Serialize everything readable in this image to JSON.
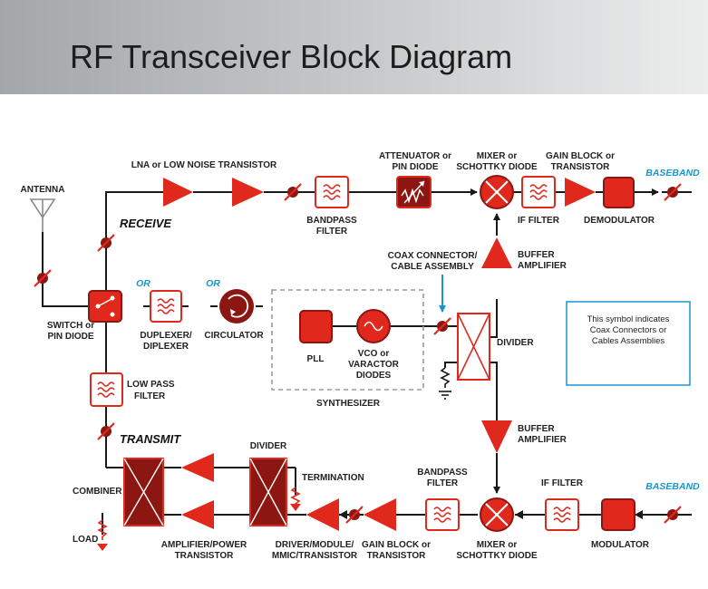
{
  "title": "RF Transceiver Block Diagram",
  "labels": {
    "antenna": "ANTENNA",
    "receive": "RECEIVE",
    "transmit": "TRANSMIT",
    "switch": [
      "SWITCH or",
      "PIN DIODE"
    ],
    "or1": "OR",
    "or2": "OR",
    "duplexer": [
      "DUPLEXER/",
      "DIPLEXER"
    ],
    "circulator": "CIRCULATOR",
    "lna": "LNA or LOW NOISE TRANSISTOR",
    "bandpass_rx": [
      "BANDPASS",
      "FILTER"
    ],
    "attenuator": [
      "ATTENUATOR or",
      "PIN DIODE"
    ],
    "mixer_rx": [
      "MIXER or",
      "SCHOTTKY DIODE"
    ],
    "gain_rx": [
      "GAIN BLOCK or",
      "TRANSISTOR"
    ],
    "if_filter_rx": "IF FILTER",
    "demodulator": "DEMODULATOR",
    "baseband_rx": "BASEBAND",
    "coax": [
      "COAX CONNECTOR/",
      "CABLE ASSEMBLY"
    ],
    "buffer_top": [
      "BUFFER",
      "AMPLIFIER"
    ],
    "pll": "PLL",
    "vco": [
      "VCO or",
      "VARACTOR",
      "DIODES"
    ],
    "synthesizer": "SYNTHESIZER",
    "divider_lo": "DIVIDER",
    "buffer_bottom": [
      "BUFFER",
      "AMPLIFIER"
    ],
    "legend": [
      "This symbol indicates",
      "Coax Connectors or",
      "Cables Assemblies"
    ],
    "low_pass": [
      "LOW PASS",
      "FILTER"
    ],
    "combiner": "COMBINER",
    "load": "LOAD",
    "divider_tx": "DIVIDER",
    "termination": "TERMINATION",
    "amp_power": [
      "AMPLIFIER/POWER",
      "TRANSISTOR"
    ],
    "driver": [
      "DRIVER/MODULE/",
      "MMIC/TRANSISTOR"
    ],
    "gain_tx": [
      "GAIN BLOCK or",
      "TRANSISTOR"
    ],
    "bandpass_tx": [
      "BANDPASS",
      "FILTER"
    ],
    "mixer_tx": [
      "MIXER or",
      "SCHOTTKY DIODE"
    ],
    "if_filter_tx": "IF FILTER",
    "modulator": "MODULATOR",
    "baseband_tx": "BASEBAND"
  },
  "colors": {
    "red": "#e0281c",
    "dark_red": "#8c1611",
    "blue": "#1996cf",
    "line": "#1a1a1a"
  }
}
